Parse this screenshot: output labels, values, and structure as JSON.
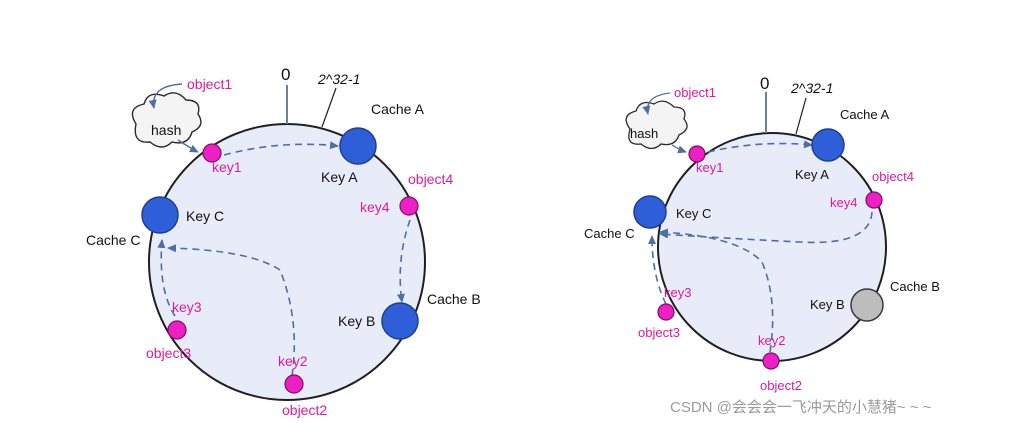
{
  "colors": {
    "ring_fill": "#e8ecf8",
    "ring_stroke": "#1f1f1f",
    "cache_node": "#2f5fd8",
    "cache_node_removed": "#bdbdbd",
    "key_dot": "#ee1fc4",
    "key_text": "#e0199e",
    "arrow": "#4e6fa0"
  },
  "left": {
    "zero": "0",
    "max": "2^32-1",
    "hash": "hash",
    "object1": "object1",
    "object2": "object2",
    "object3": "object3",
    "object4": "object4",
    "key1": "key1",
    "key2": "key2",
    "key3": "key3",
    "key4": "key4",
    "key_a": "Key A",
    "key_b": "Key B",
    "key_c": "Key C",
    "cache_a": "Cache A",
    "cache_b": "Cache B",
    "cache_c": "Cache C"
  },
  "right": {
    "zero": "0",
    "max": "2^32-1",
    "hash": "hash",
    "object1": "object1",
    "object2": "object2",
    "object3": "object3",
    "object4": "object4",
    "key1": "key1",
    "key2": "key2",
    "key3": "key3",
    "key4": "key4",
    "key_a": "Key A",
    "key_b": "Key B",
    "key_c": "Key C",
    "cache_a": "Cache A",
    "cache_b": "Cache B",
    "cache_c": "Cache C"
  },
  "watermark": "CSDN @会会会一飞冲天的小慧猪~ ~ ~"
}
